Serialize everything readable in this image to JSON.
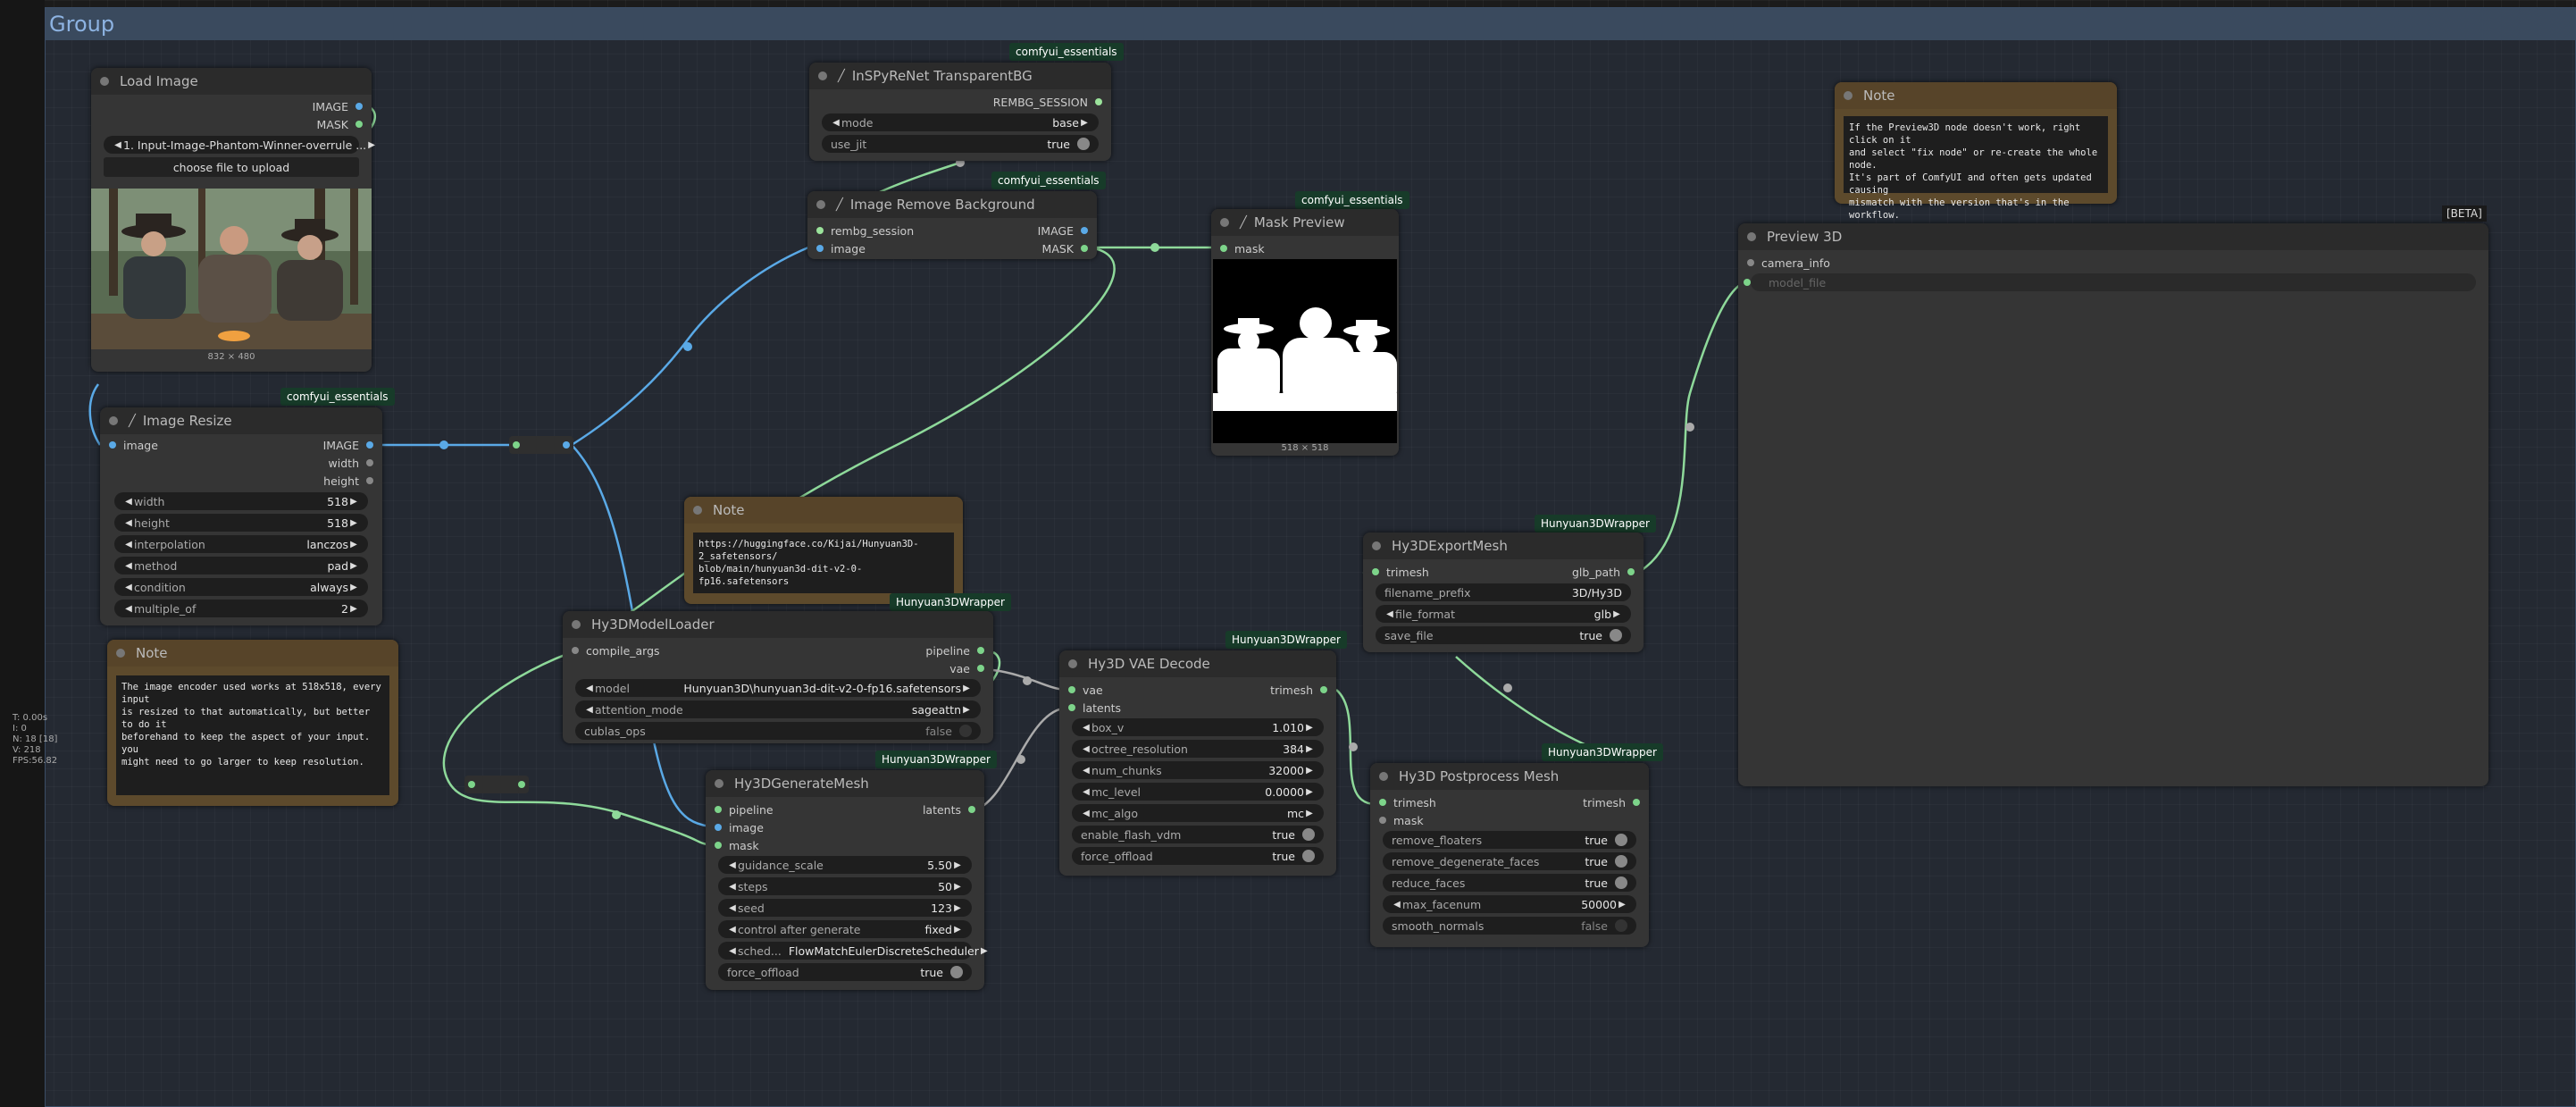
{
  "group": {
    "title": "Group"
  },
  "stats": [
    "T: 0.00s",
    "I: 0",
    "N: 18 [18]",
    "V: 218",
    "FPS:56.82"
  ],
  "load_image": {
    "title": "Load Image",
    "out_image": "IMAGE",
    "out_mask": "MASK",
    "image_value": "1. Input-Image-Phantom-Winner-overrule ...",
    "upload_label": "choose file to upload",
    "dims": "832 × 480"
  },
  "image_resize": {
    "badge": "comfyui_essentials",
    "title": "Image Resize",
    "in_image": "image",
    "out_image": "IMAGE",
    "out_width": "width",
    "out_height": "height",
    "widgets": [
      {
        "label": "width",
        "value": "518"
      },
      {
        "label": "height",
        "value": "518"
      },
      {
        "label": "interpolation",
        "value": "lanczos"
      },
      {
        "label": "method",
        "value": "pad"
      },
      {
        "label": "condition",
        "value": "always"
      },
      {
        "label": "multiple_of",
        "value": "2"
      }
    ]
  },
  "note_left": {
    "title": "Note",
    "text": "The image encoder used works at 518x518, every input\nis resized to that automatically, but better to do it\nbeforehand to keep the aspect of your input. you\nmight need to go larger to keep resolution."
  },
  "transparent_bg": {
    "badge": "comfyui_essentials",
    "title": "InSPyReNet TransparentBG",
    "out": "REMBG_SESSION",
    "mode_label": "mode",
    "mode_value": "base",
    "jit_label": "use_jit",
    "jit_value": "true"
  },
  "remove_bg": {
    "badge": "comfyui_essentials",
    "title": "Image Remove Background",
    "in_session": "rembg_session",
    "in_image": "image",
    "out_image": "IMAGE",
    "out_mask": "MASK"
  },
  "mask_preview": {
    "badge": "comfyui_essentials",
    "title": "Mask Preview",
    "in_mask": "mask",
    "dims": "518 × 518"
  },
  "note_url": {
    "title": "Note",
    "text": "https://huggingface.co/Kijai/Hunyuan3D-2_safetensors/\nblob/main/hunyuan3d-dit-v2-0-fp16.safetensors"
  },
  "model_loader": {
    "badge": "Hunyuan3DWrapper",
    "title": "Hy3DModelLoader",
    "in_compile": "compile_args",
    "out_pipeline": "pipeline",
    "out_vae": "vae",
    "model_label": "model",
    "model_value": "Hunyuan3D\\hunyuan3d-dit-v2-0-fp16.safetensors",
    "attn_label": "attention_mode",
    "attn_value": "sageattn",
    "cublas_label": "cublas_ops",
    "cublas_value": "false"
  },
  "generate_mesh": {
    "badge": "Hunyuan3DWrapper",
    "title": "Hy3DGenerateMesh",
    "in_pipeline": "pipeline",
    "in_image": "image",
    "in_mask": "mask",
    "out_latents": "latents",
    "widgets": [
      {
        "label": "guidance_scale",
        "value": "5.50"
      },
      {
        "label": "steps",
        "value": "50"
      },
      {
        "label": "seed",
        "value": "123"
      },
      {
        "label": "control after generate",
        "value": "fixed"
      },
      {
        "label": "sched...",
        "value": "FlowMatchEulerDiscreteScheduler"
      }
    ],
    "offload_label": "force_offload",
    "offload_value": "true"
  },
  "vae_decode": {
    "badge": "Hunyuan3DWrapper",
    "title": "Hy3D VAE Decode",
    "in_vae": "vae",
    "in_latents": "latents",
    "out_trimesh": "trimesh",
    "widgets": [
      {
        "label": "box_v",
        "value": "1.010"
      },
      {
        "label": "octree_resolution",
        "value": "384"
      },
      {
        "label": "num_chunks",
        "value": "32000"
      },
      {
        "label": "mc_level",
        "value": "0.0000"
      },
      {
        "label": "mc_algo",
        "value": "mc"
      }
    ],
    "toggles": [
      {
        "label": "enable_flash_vdm",
        "value": "true"
      },
      {
        "label": "force_offload",
        "value": "true"
      }
    ]
  },
  "export_mesh": {
    "badge": "Hunyuan3DWrapper",
    "title": "Hy3DExportMesh",
    "in_trimesh": "trimesh",
    "out_glb": "glb_path",
    "prefix_label": "filename_prefix",
    "prefix_value": "3D/Hy3D",
    "format_label": "file_format",
    "format_value": "glb",
    "save_label": "save_file",
    "save_value": "true"
  },
  "postprocess": {
    "badge": "Hunyuan3DWrapper",
    "title": "Hy3D Postprocess Mesh",
    "in_trimesh": "trimesh",
    "in_mask": "mask",
    "out_trimesh": "trimesh",
    "toggles": [
      {
        "label": "remove_floaters",
        "value": "true"
      },
      {
        "label": "remove_degenerate_faces",
        "value": "true"
      },
      {
        "label": "reduce_faces",
        "value": "true"
      }
    ],
    "facenum_label": "max_facenum",
    "facenum_value": "50000",
    "smooth_label": "smooth_normals",
    "smooth_value": "false"
  },
  "note_right": {
    "title": "Note",
    "text": "If the Preview3D node doesn't work, right click on it\nand select \"fix node\" or re-create the whole node.\nIt's part of ComfyUI and often gets updated causing\nmismatch with the version that's in the workflow."
  },
  "preview3d": {
    "badge": "[BETA]",
    "title": "Preview 3D",
    "in_camera": "camera_info",
    "model_file": "model_file"
  },
  "colors": {
    "link_blue": "#5aa9e6",
    "link_green": "#8ed99a",
    "group_title": "#8db3e2",
    "badge_bg": "#173b29"
  }
}
